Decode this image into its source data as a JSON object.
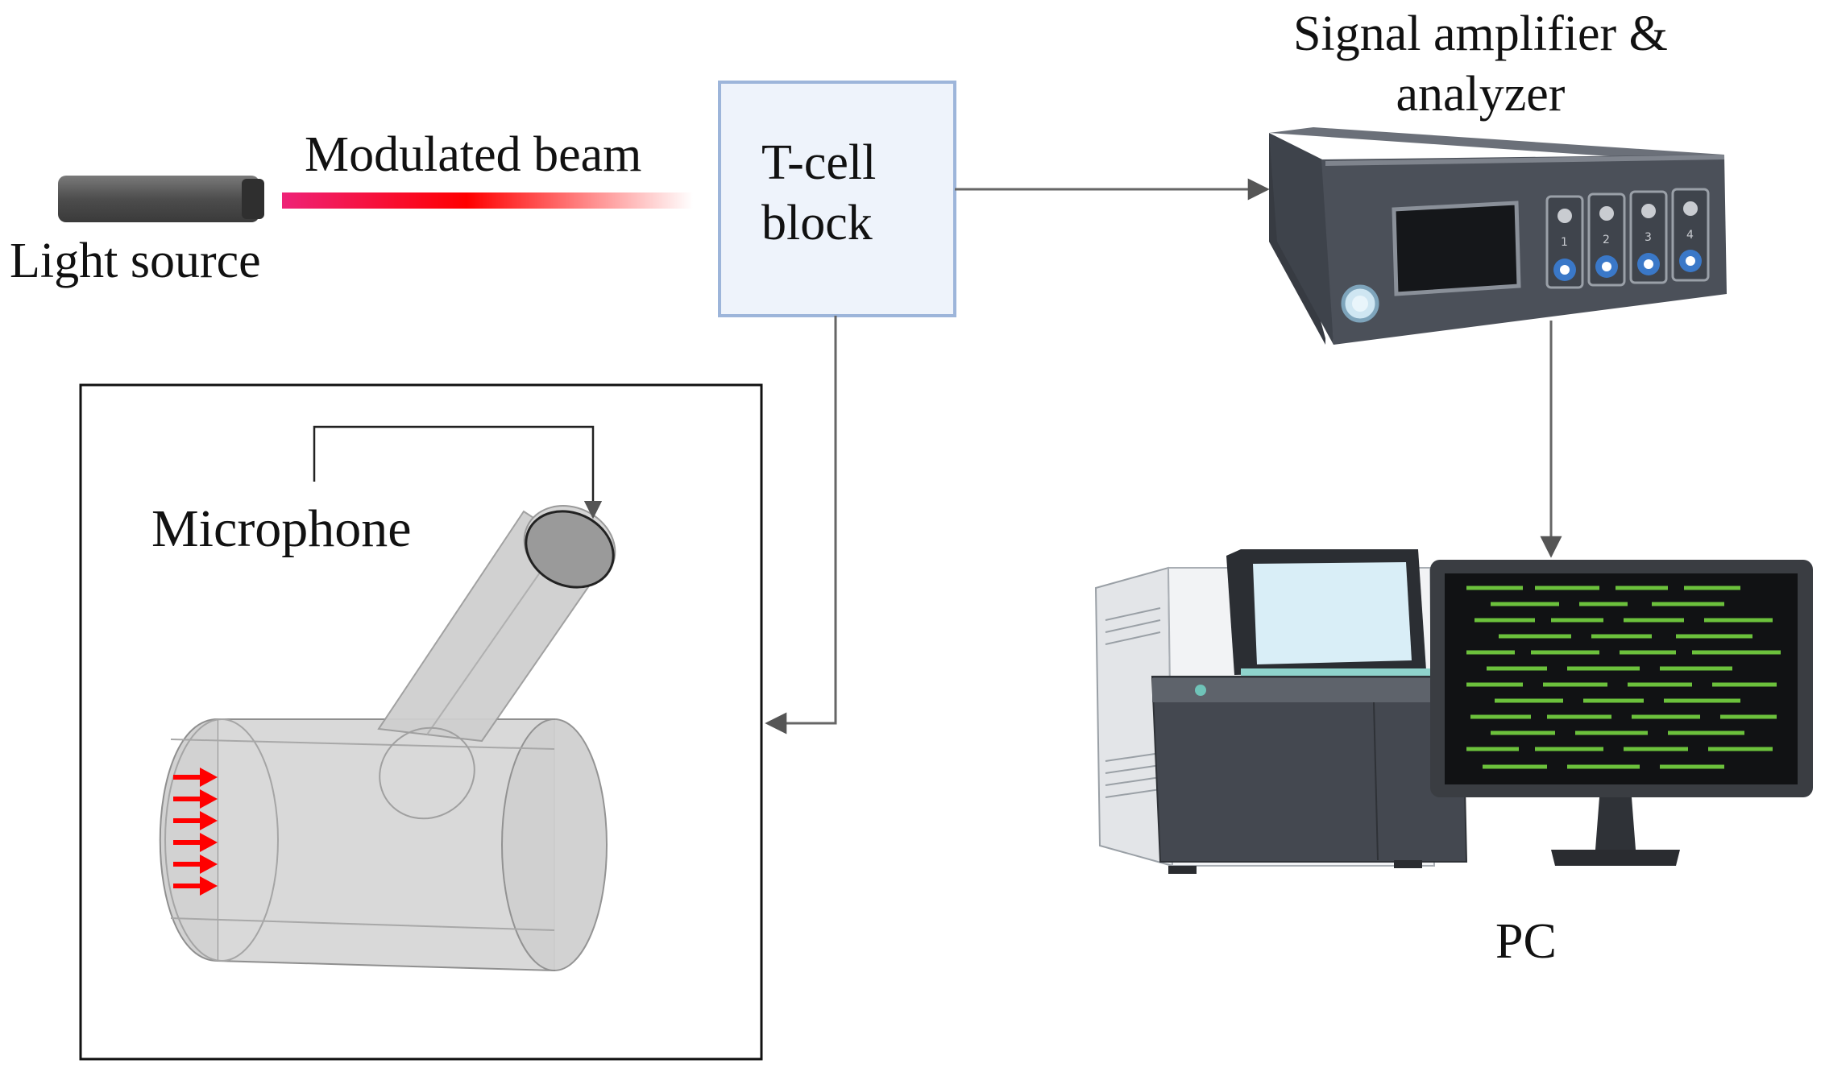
{
  "labels": {
    "light_source": "Light source",
    "modulated_beam": "Modulated beam",
    "tcell_line1": "T-cell",
    "tcell_line2": "block",
    "amplifier_line1": "Signal amplifier &",
    "amplifier_line2": "analyzer",
    "microphone": "Microphone",
    "pc": "PC"
  },
  "amplifier": {
    "channels": [
      "1",
      "2",
      "3",
      "4"
    ]
  },
  "icons": {
    "light_source": "laser-pointer-icon",
    "amplifier": "signal-analyzer-device-icon",
    "pc": "desktop-computer-icon",
    "cell": "t-cell-cylinder-icon"
  },
  "colors": {
    "tcell_fill": "#eef3fb",
    "tcell_border": "#9db5da",
    "beam_red": "#ff0000",
    "beam_pink": "#ee2277",
    "arrow_red": "#ff0000",
    "screen_code": "#6cc13c",
    "connector": "#666666"
  }
}
